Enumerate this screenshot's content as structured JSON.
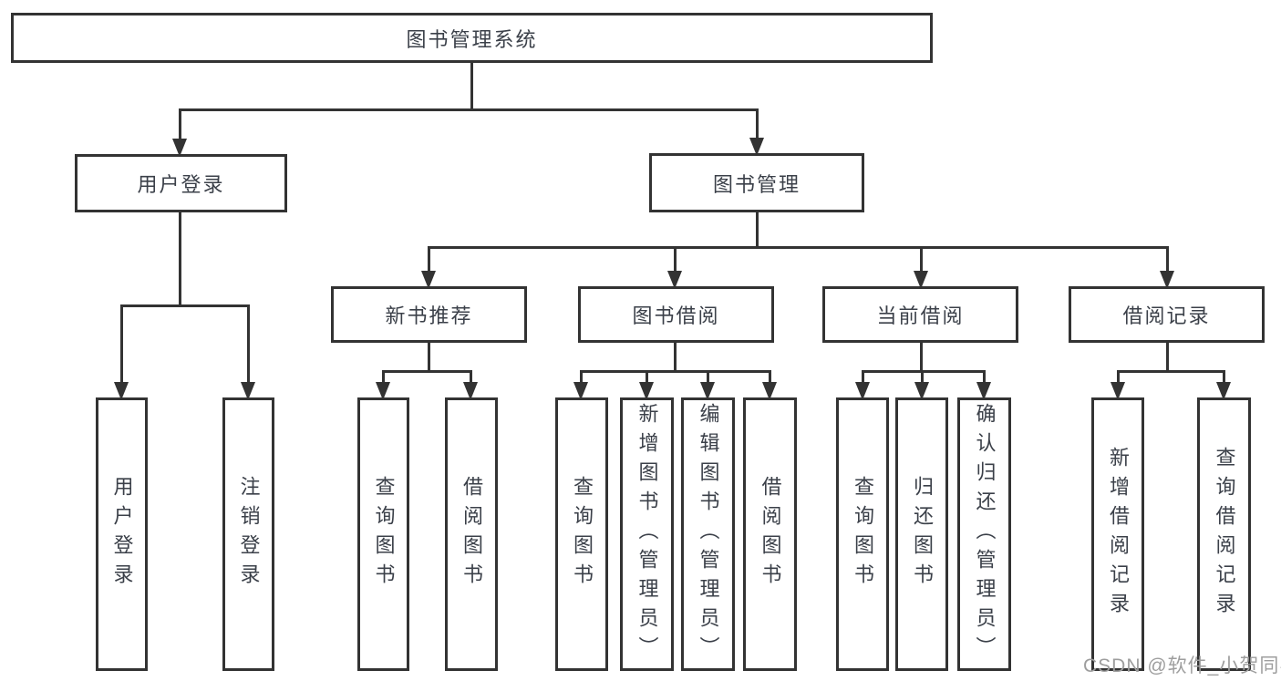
{
  "title": "图书管理系统",
  "watermark": "CSDN @软件_小贺同学",
  "nodes": {
    "root": "图书管理系统",
    "user_login": "用户登录",
    "book_mgmt": "图书管理",
    "new_books": "新书推荐",
    "book_borrow": "图书借阅",
    "current_borrow": "当前借阅",
    "borrow_records": "借阅记录"
  },
  "leaves": {
    "user_login_1": "用户登录",
    "user_login_2": "注销登录",
    "new_books_1": "查询图书",
    "new_books_2": "借阅图书",
    "book_borrow_1": "查询图书",
    "book_borrow_2": "新增图书（管理员）",
    "book_borrow_3": "编辑图书（管理员）",
    "book_borrow_4": "借阅图书",
    "current_borrow_1": "查询图书",
    "current_borrow_2": "归还图书",
    "current_borrow_3": "确认归还（管理员）",
    "borrow_records_1": "新增借阅记录",
    "borrow_records_2": "查询借阅记录"
  },
  "colors": {
    "line": "#333333",
    "text": "#3b4049",
    "watermark": "#9e9e9e",
    "background": "#ffffff"
  }
}
